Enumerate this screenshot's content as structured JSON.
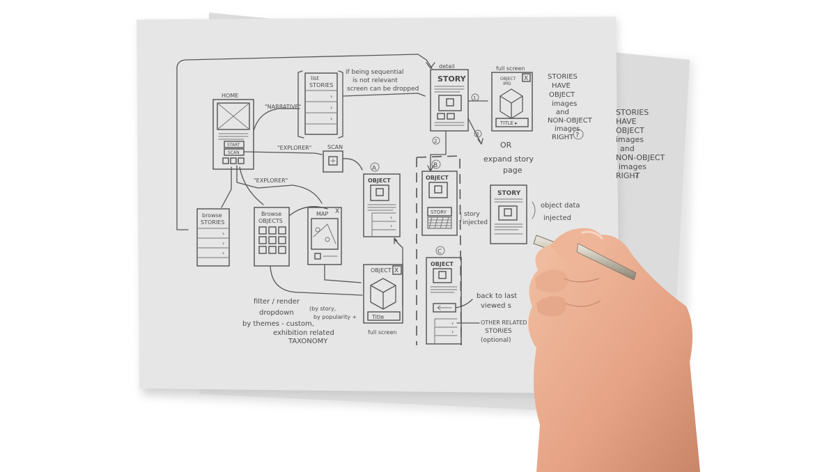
{
  "home": {
    "title": "HOME",
    "start": "START",
    "scan": "SCAN"
  },
  "arrows": {
    "narrative": "\"NARRATIVE\"",
    "explorer": "\"EXPLORER\"",
    "explorer2": "\"EXPLORER\""
  },
  "list_stories": {
    "title_line1": "list",
    "title_line2": "STORIES"
  },
  "sequential_note": [
    "if being sequential",
    "is not relevant",
    "screen can be dropped"
  ],
  "scan_screen": {
    "title": "SCAN"
  },
  "detail": {
    "caption": "detail",
    "title": "STORY",
    "marker1": "1",
    "marker2": "2",
    "marker3": "3"
  },
  "fullscreen_top": {
    "caption": "full screen",
    "header_line1": "OBJECT",
    "header_line2": "IMG",
    "close": "X",
    "footer": "TITLE ▸"
  },
  "stories_note_front": [
    "STORIES",
    "HAVE",
    "OBJECT",
    "images",
    "and",
    "NON-OBJECT",
    "images",
    "RIGHT",
    "?"
  ],
  "stories_note_back": [
    "STORIES",
    "HAVE",
    "OBJECT",
    "images",
    "and",
    "NON-OBJECT",
    "images",
    "RIGHT",
    "?"
  ],
  "or_note": [
    "OR",
    "expand story",
    "page"
  ],
  "browse_stories": {
    "title_line1": "browse",
    "title_line2": "STORIES"
  },
  "browse_objects": {
    "title_line1": "Browse",
    "title_line2": "OBJECTS"
  },
  "map_screen": {
    "title": "MAP",
    "close": "X"
  },
  "object_a": {
    "label": "A",
    "title": "OBJECT"
  },
  "object_b": {
    "label": "B",
    "title": "OBJECT",
    "story_tab": "STORY"
  },
  "object_c": {
    "label": "C",
    "title": "OBJECT"
  },
  "story_injected_note": [
    "story",
    "injected"
  ],
  "story_right": {
    "title": "STORY"
  },
  "object_data_note": [
    "object data",
    "injected"
  ],
  "fullscreen_bottom": {
    "title": "OBJECT",
    "close": "X",
    "footer": "Title",
    "caption": "full screen"
  },
  "filter_note": [
    "filter / render",
    "dropdown",
    "by themes - custom,",
    "exhibition related",
    "TAXONOMY"
  ],
  "filter_side_note": [
    "(by story,",
    "by popularity +"
  ],
  "back_note": [
    "back to last",
    "viewed s"
  ],
  "other_related_note": [
    "OTHER RELATED",
    "STORIES",
    "(optional)"
  ],
  "colors": {
    "paper": "#e6e6e6",
    "paper_back": "#dcdcdc",
    "pencil": "#4a4a4a",
    "skin": "#e8a98a",
    "pen": "#c9c2b3"
  }
}
